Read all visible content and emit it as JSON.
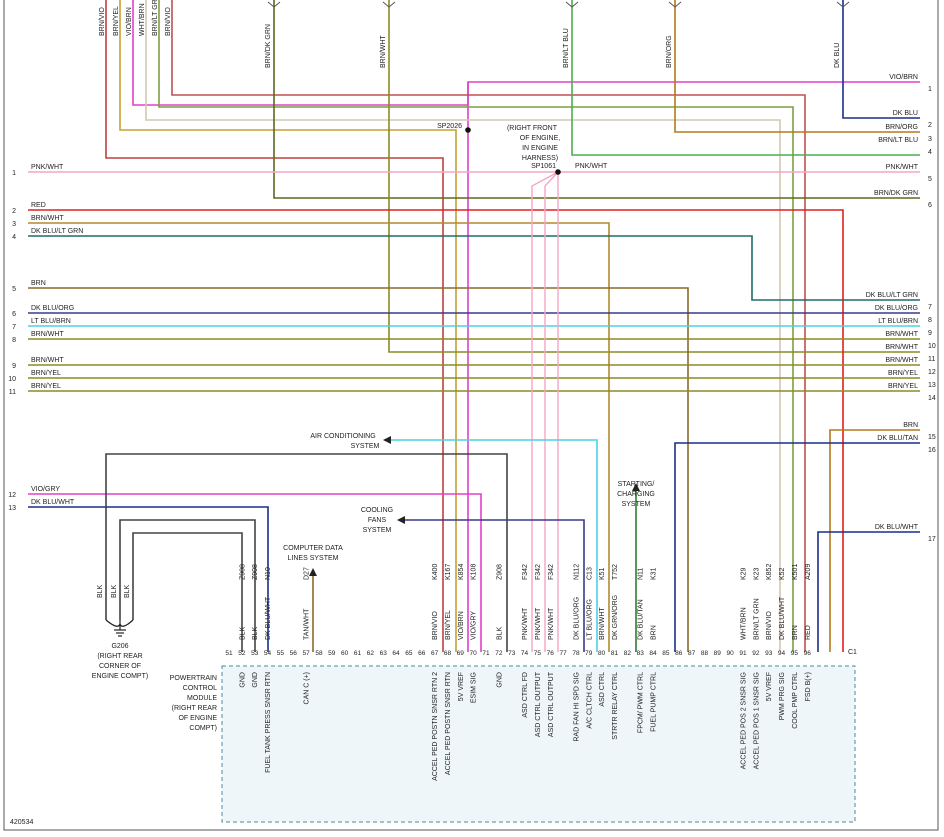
{
  "diagram_id": "420534",
  "top_wires": [
    "BRN/VIO",
    "BRN/YEL",
    "VIO/BRN",
    "WHT/BRN",
    "BRN/LT GRN",
    "BRN/VIO"
  ],
  "top_drops": [
    {
      "label": "BRN/DK GRN",
      "color": "#5a6a1e"
    },
    {
      "label": "BRN/WHT",
      "color": "#8b8b24"
    },
    {
      "label": "BRN/LT BLU",
      "color": "#4caf50"
    },
    {
      "label": "BRN/ORG",
      "color": "#b47a1a"
    },
    {
      "label": "DK BLU",
      "color": "#1a2e8c"
    }
  ],
  "splices": {
    "sp2026": "SP2026",
    "sp1061": "SP1061",
    "sp1061_note": [
      "(RIGHT FRONT",
      "OF ENGINE,",
      "IN ENGINE",
      "HARNESS)"
    ]
  },
  "left_wires": [
    {
      "num": "1",
      "label": "PNK/WHT",
      "color": "#f4a6c4"
    },
    {
      "num": "2",
      "label": "RED",
      "color": "#e02020"
    },
    {
      "num": "3",
      "label": "BRN/WHT",
      "color": "#b38a2d"
    },
    {
      "num": "4",
      "label": "DK BLU/LT GRN",
      "color": "#1e6b6b"
    },
    {
      "num": "5",
      "label": "BRN",
      "color": "#8b6a2a"
    },
    {
      "num": "6",
      "label": "DK BLU/ORG",
      "color": "#3a3a8c"
    },
    {
      "num": "7",
      "label": "LT BLU/BRN",
      "color": "#4dd0e1"
    },
    {
      "num": "8",
      "label": "BRN/WHT",
      "color": "#8b8b24"
    },
    {
      "num": "9",
      "label": "BRN/WHT",
      "color": "#8b8b24"
    },
    {
      "num": "10",
      "label": "BRN/YEL",
      "color": "#8b8b24"
    },
    {
      "num": "11",
      "label": "BRN/YEL",
      "color": "#8b8b24"
    },
    {
      "num": "12",
      "label": "VIO/GRY",
      "color": "#e040c8"
    },
    {
      "num": "13",
      "label": "DK BLU/WHT",
      "color": "#1a2e8c"
    }
  ],
  "right_wires": [
    {
      "num": "1",
      "label": "VIO/BRN"
    },
    {
      "num": "2",
      "label": "DK BLU"
    },
    {
      "num": "3",
      "label": "BRN/ORG"
    },
    {
      "num": "4",
      "label": "BRN/LT BLU"
    },
    {
      "num": "5",
      "label": "PNK/WHT"
    },
    {
      "num": "6",
      "label": "BRN/DK GRN"
    },
    {
      "num": "7",
      "label": "DK BLU/LT GRN"
    },
    {
      "num": "8",
      "label": "DK BLU/ORG"
    },
    {
      "num": "9",
      "label": "LT BLU/BRN"
    },
    {
      "num": "10",
      "label": "BRN/WHT"
    },
    {
      "num": "11",
      "label": "BRN/WHT"
    },
    {
      "num": "12",
      "label": "BRN/WHT"
    },
    {
      "num": "13",
      "label": "BRN/YEL"
    },
    {
      "num": "14",
      "label": "BRN/YEL"
    },
    {
      "num": "15",
      "label": "BRN"
    },
    {
      "num": "16",
      "label": "DK BLU/TAN"
    },
    {
      "num": "17",
      "label": "DK BLU/WHT"
    }
  ],
  "mid_label_pnk": "PNK/WHT",
  "arrows": {
    "ac": [
      "AIR CONDITIONING",
      "SYSTEM"
    ],
    "cooling": [
      "COOLING",
      "FANS",
      "SYSTEM"
    ],
    "starting": [
      "STARTING/",
      "CHARGING",
      "SYSTEM"
    ],
    "can": [
      "COMPUTER DATA",
      "LINES SYSTEM"
    ]
  },
  "ground": {
    "name": "G206",
    "desc": [
      "(RIGHT REAR",
      "CORNER OF",
      "ENGINE COMPT)"
    ]
  },
  "pcm_label": [
    "POWERTRAIN",
    "CONTROL",
    "MODULE",
    "(RIGHT REAR",
    "OF ENGINE",
    "COMPT)"
  ],
  "pins": [
    {
      "pin": "51",
      "circuit": "",
      "wire": "",
      "func": ""
    },
    {
      "pin": "52",
      "circuit": "Z908",
      "wire": "BLK",
      "func": "GND"
    },
    {
      "pin": "53",
      "circuit": "Z908",
      "wire": "BLK",
      "func": "GND"
    },
    {
      "pin": "54",
      "circuit": "N10",
      "wire": "DK BLU/WHT",
      "func": "FUEL TANK PRESS SNSR RTN"
    },
    {
      "pin": "55",
      "circuit": "",
      "wire": "",
      "func": ""
    },
    {
      "pin": "56",
      "circuit": "",
      "wire": "",
      "func": ""
    },
    {
      "pin": "57",
      "circuit": "D27",
      "wire": "TAN/WHT",
      "func": "CAN C (+)"
    },
    {
      "pin": "58",
      "circuit": "",
      "wire": "",
      "func": ""
    },
    {
      "pin": "59",
      "circuit": "",
      "wire": "",
      "func": ""
    },
    {
      "pin": "60",
      "circuit": "",
      "wire": "",
      "func": ""
    },
    {
      "pin": "61",
      "circuit": "",
      "wire": "",
      "func": ""
    },
    {
      "pin": "62",
      "circuit": "",
      "wire": "",
      "func": ""
    },
    {
      "pin": "63",
      "circuit": "",
      "wire": "",
      "func": ""
    },
    {
      "pin": "64",
      "circuit": "",
      "wire": "",
      "func": ""
    },
    {
      "pin": "65",
      "circuit": "",
      "wire": "",
      "func": ""
    },
    {
      "pin": "66",
      "circuit": "",
      "wire": "",
      "func": ""
    },
    {
      "pin": "67",
      "circuit": "K400",
      "wire": "BRN/VIO",
      "func": "ACCEL PED POSTN SNSR RTN 2"
    },
    {
      "pin": "68",
      "circuit": "K167",
      "wire": "BRN/YEL",
      "func": "ACCEL PED POSTN SNSR RTN"
    },
    {
      "pin": "69",
      "circuit": "K854",
      "wire": "VIO/BRN",
      "func": "5V VREF"
    },
    {
      "pin": "70",
      "circuit": "K108",
      "wire": "VIO/GRY",
      "func": "ESIM SIG"
    },
    {
      "pin": "71",
      "circuit": "",
      "wire": "",
      "func": ""
    },
    {
      "pin": "72",
      "circuit": "Z908",
      "wire": "BLK",
      "func": "GND"
    },
    {
      "pin": "73",
      "circuit": "",
      "wire": "",
      "func": ""
    },
    {
      "pin": "74",
      "circuit": "F342",
      "wire": "PNK/WHT",
      "func": "ASD CTRL FD"
    },
    {
      "pin": "75",
      "circuit": "F342",
      "wire": "PNK/WHT",
      "func": "ASD CTRL OUTPUT"
    },
    {
      "pin": "76",
      "circuit": "F342",
      "wire": "PNK/WHT",
      "func": "ASD CTRL OUTPUT"
    },
    {
      "pin": "77",
      "circuit": "",
      "wire": "",
      "func": ""
    },
    {
      "pin": "78",
      "circuit": "N112",
      "wire": "DK BLU/ORG",
      "func": "RAD FAN HI SPD SIG"
    },
    {
      "pin": "79",
      "circuit": "C13",
      "wire": "LT BLU/ORG",
      "func": "A/C CLTCH CTRL"
    },
    {
      "pin": "80",
      "circuit": "K51",
      "wire": "BRN/WHT",
      "func": "ASD CTRL"
    },
    {
      "pin": "81",
      "circuit": "T752",
      "wire": "DK GRN/ORG",
      "func": "STRTR RELAY CTRL"
    },
    {
      "pin": "82",
      "circuit": "",
      "wire": "",
      "func": ""
    },
    {
      "pin": "83",
      "circuit": "N11",
      "wire": "DK BLU/TAN",
      "func": "FPCM/ PWM CTRL"
    },
    {
      "pin": "84",
      "circuit": "K31",
      "wire": "BRN",
      "func": "FUEL PUMP CTRL"
    },
    {
      "pin": "85",
      "circuit": "",
      "wire": "",
      "func": ""
    },
    {
      "pin": "86",
      "circuit": "",
      "wire": "",
      "func": ""
    },
    {
      "pin": "87",
      "circuit": "",
      "wire": "",
      "func": ""
    },
    {
      "pin": "88",
      "circuit": "",
      "wire": "",
      "func": ""
    },
    {
      "pin": "89",
      "circuit": "",
      "wire": "",
      "func": ""
    },
    {
      "pin": "90",
      "circuit": "",
      "wire": "",
      "func": ""
    },
    {
      "pin": "91",
      "circuit": "K29",
      "wire": "WHT/BRN",
      "func": "ACCEL PED POS 2 SNSR SIG"
    },
    {
      "pin": "92",
      "circuit": "K23",
      "wire": "BRN/LT GRN",
      "func": "ACCEL PED POS 1 SNSR SIG"
    },
    {
      "pin": "93",
      "circuit": "K852",
      "wire": "BRN/VIO",
      "func": "5V VREF"
    },
    {
      "pin": "94",
      "circuit": "K52",
      "wire": "DK BLU/WHT",
      "func": "PWM PRG SIG"
    },
    {
      "pin": "95",
      "circuit": "K501",
      "wire": "BRN",
      "func": "COOL PMP CTRL"
    },
    {
      "pin": "96",
      "circuit": "A209",
      "wire": "RED",
      "func": "FSD B(+)"
    }
  ],
  "connector_id": "C1"
}
